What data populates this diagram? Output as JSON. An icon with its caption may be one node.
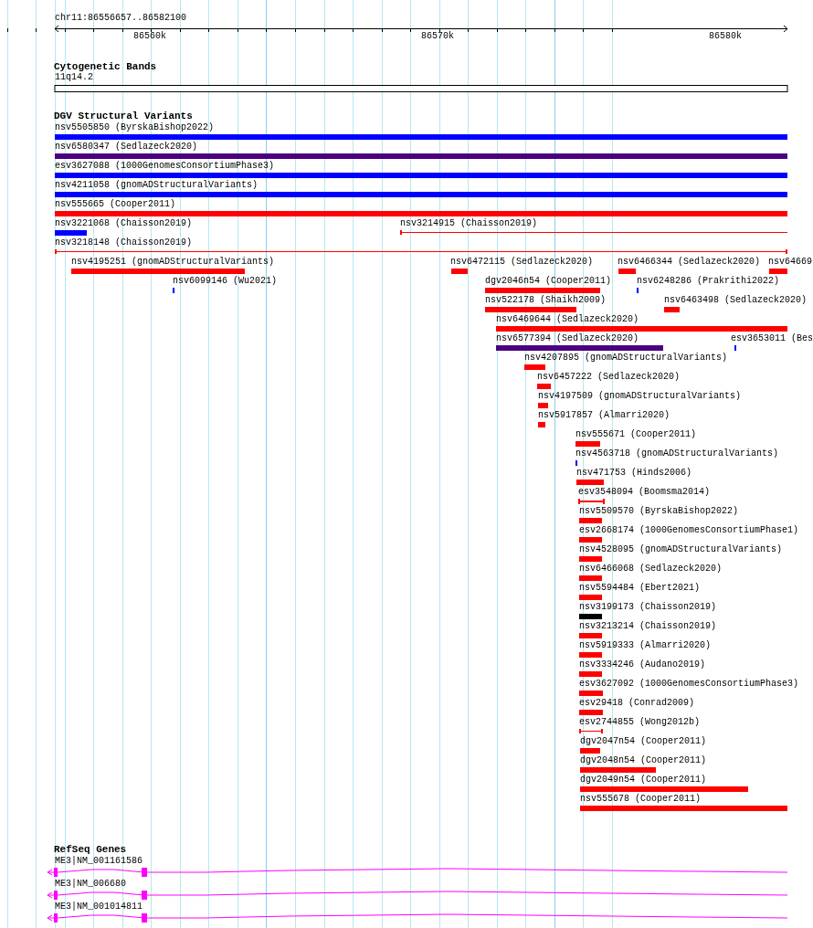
{
  "diagram": {
    "labels": [
      "chr11:86556657..86582100",
      "86560k",
      "86570k",
      "86580k",
      "Cytogenetic Bands",
      "11q14.2",
      "DGV Structural Variants",
      "nsv5505850 (ByrskaBishop2022)",
      "nsv6580347 (Sedlazeck2020)",
      "esv3627088 (1000GenomesConsortiumPhase3)",
      "nsv4211058 (gnomADStructuralVariants)",
      "nsv555665 (Cooper2011)",
      "nsv3221068 (Chaisson2019)",
      "nsv3214915 (Chaisson2019)",
      "nsv3218148 (Chaisson2019)",
      "nsv4195251 (gnomADStructuralVariants)",
      "nsv6472115 (Sedlazeck2020)",
      "nsv6466344 (Sedlazeck2020)",
      "nsv64669",
      "nsv6099146 (Wu2021)",
      "dgv2046n54 (Cooper2011)",
      "nsv6248286 (Prakrithi2022)",
      "nsv522178 (Shaikh2009)",
      "nsv6463498 (Sedlazeck2020)",
      "nsv6469644 (Sedlazeck2020)",
      "nsv6577394 (Sedlazeck2020)",
      "esv3653011 (Bes",
      "nsv4207895 (gnomADStructuralVariants)",
      "nsv6457222 (Sedlazeck2020)",
      "nsv4197509 (gnomADStructuralVariants)",
      "nsv5917857 (Almarri2020)",
      "nsv555671 (Cooper2011)",
      "nsv4563718 (gnomADStructuralVariants)",
      "nsv471753 (Hinds2006)",
      "esv3548094 (Boomsma2014)",
      "nsv5509570 (ByrskaBishop2022)",
      "esv2668174 (1000GenomesConsortiumPhase1)",
      "nsv4528095 (gnomADStructuralVariants)",
      "nsv6466068 (Sedlazeck2020)",
      "nsv5594484 (Ebert2021)",
      "nsv3199173 (Chaisson2019)",
      "nsv3213214 (Chaisson2019)",
      "nsv5919333 (Almarri2020)",
      "nsv3334246 (Audano2019)",
      "esv3627092 (1000GenomesConsortiumPhase3)",
      "esv29418 (Conrad2009)",
      "esv2744855 (Wong2012b)",
      "dgv2047n54 (Cooper2011)",
      "dgv2048n54 (Cooper2011)",
      "dgv2049n54 (Cooper2011)",
      "nsv555678 (Cooper2011)",
      "RefSeq Genes",
      "ME3|NM_001161586",
      "ME3|NM_006680",
      "ME3|NM_001014811"
    ]
  }
}
